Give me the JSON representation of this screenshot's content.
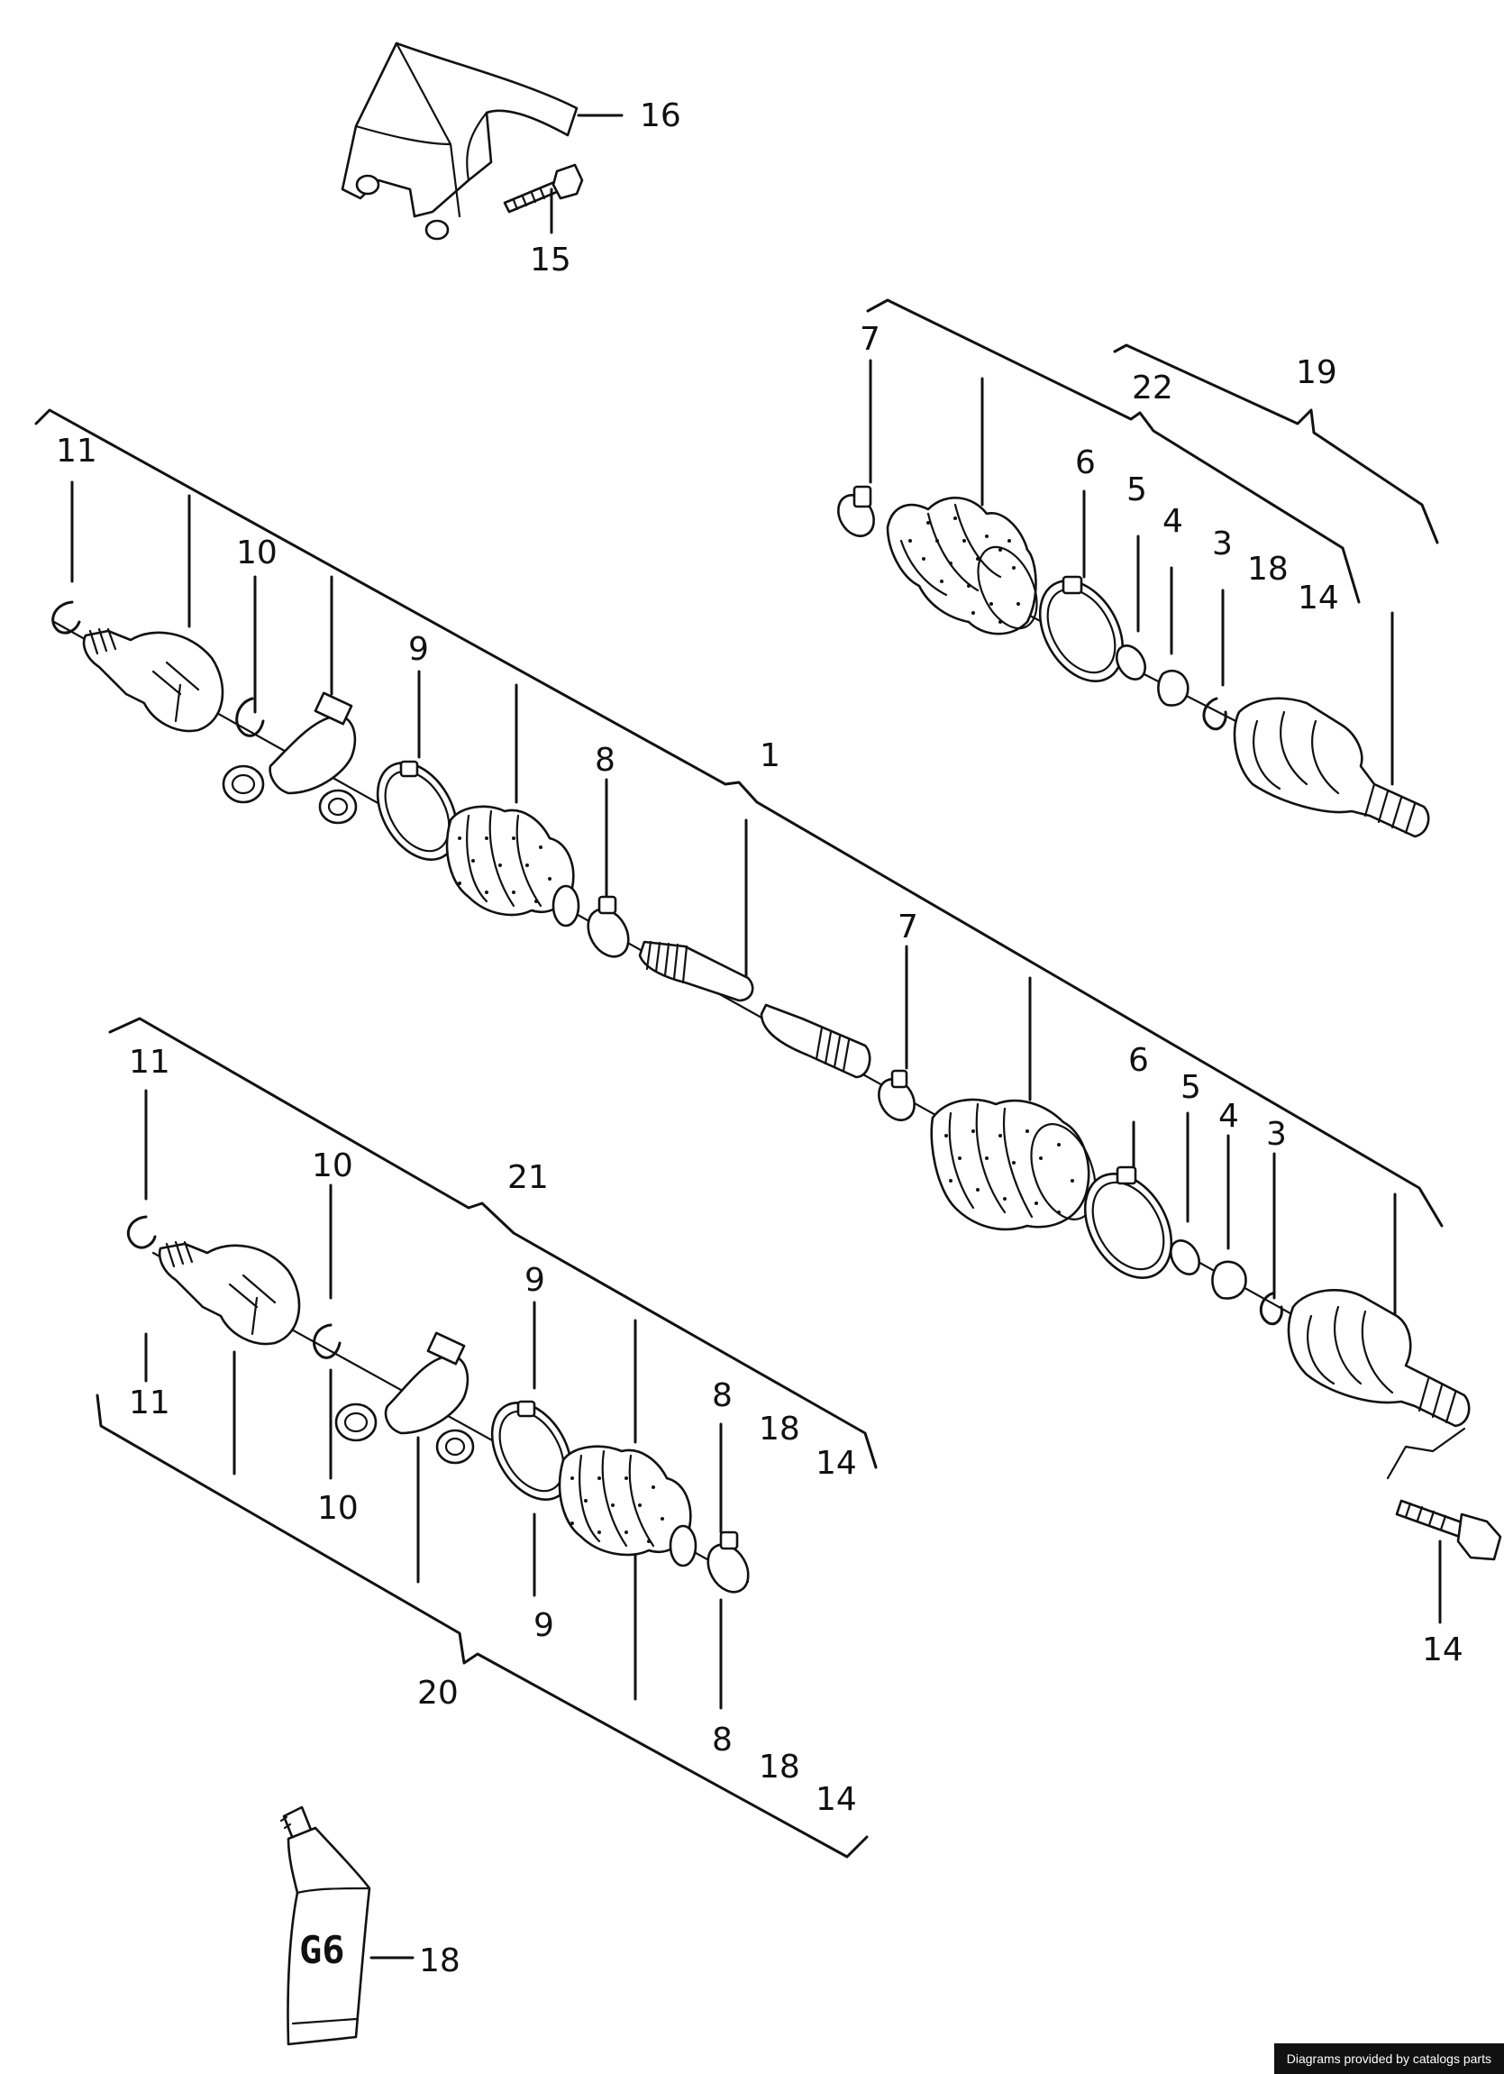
{
  "callouts": {
    "c1": "1",
    "c3": "3",
    "c3b": "3",
    "c4": "4",
    "c4b": "4",
    "c5": "5",
    "c5b": "5",
    "c6": "6",
    "c6b": "6",
    "c7": "7",
    "c7b": "7",
    "c8": "8",
    "c8b": "8",
    "c8c": "8",
    "c9": "9",
    "c9b": "9",
    "c9c": "9",
    "c10": "10",
    "c10b": "10",
    "c10c": "10",
    "c11": "11",
    "c11b": "11",
    "c11c": "11",
    "c14a": "14",
    "c14b": "14",
    "c14c": "14",
    "c14d": "14",
    "c15": "15",
    "c16": "16",
    "c18a": "18",
    "c18b": "18",
    "c18c": "18",
    "c18d": "18",
    "c19": "19",
    "c20": "20",
    "c21": "21",
    "c22": "22"
  },
  "grease_tube_label": "G6",
  "footer_text": "Diagrams provided by catalogs parts"
}
